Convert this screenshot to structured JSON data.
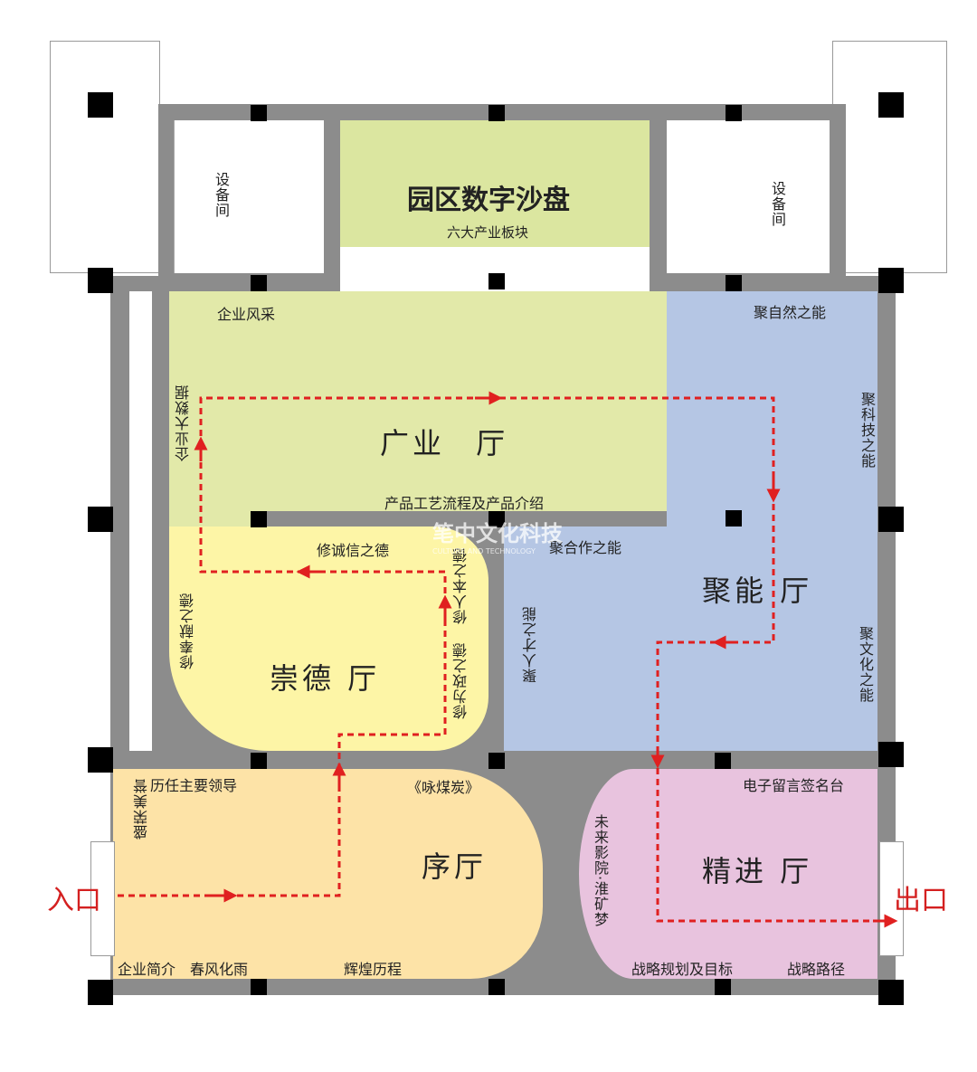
{
  "colors": {
    "wall": "#8c8c8c",
    "guangye": "#e2e9a9",
    "sandbox": "#dbe6a0",
    "chongde": "#fdf5a6",
    "juneng": "#b5c6e4",
    "xu": "#fde3a7",
    "jingjin": "#e8c3de",
    "route": "#e02020"
  },
  "rooms": {
    "equip_left": "设备间",
    "equip_right": "设备间",
    "sandbox": {
      "title": "园区数字沙盘",
      "sub": "六大产业板块"
    },
    "guangye": {
      "title": "广业 厅",
      "qiye_fengcai": "企业风采",
      "qiye_dashuju": "企业大数据",
      "process": "产品工艺流程及产品介绍"
    },
    "juneng": {
      "title": "聚能 厅",
      "ziran": "聚自然之能",
      "keji": "聚科技之能",
      "hezuo": "聚合作之能",
      "rencai": "聚人才之能",
      "wenhua": "聚文化之能"
    },
    "chongde": {
      "title": "崇德 厅",
      "chengxin": "修诚信之德",
      "fengxian": "修奉献之德",
      "renben": "修人本之德",
      "weizheng": "修为政之德"
    },
    "xu": {
      "title": "序厅",
      "shengrong": "盛荣美誉",
      "lingdao": "历任主要领导",
      "yongmeitan": "《咏煤炭》",
      "jianjie": "企业简介",
      "chunfeng": "春风化雨",
      "huihuang": "辉煌历程"
    },
    "jingjin": {
      "title": "精进 厅",
      "liuyan": "电子留言签名台",
      "yingyuan": "未来影院·淮矿梦",
      "guihua": "战略规划及目标",
      "lujing": "战略路径"
    }
  },
  "entrance": "入口",
  "exit": "出口",
  "watermark": {
    "cn": "笔中文化科技",
    "en": "CULTURE AND TECHNOLOGY"
  }
}
